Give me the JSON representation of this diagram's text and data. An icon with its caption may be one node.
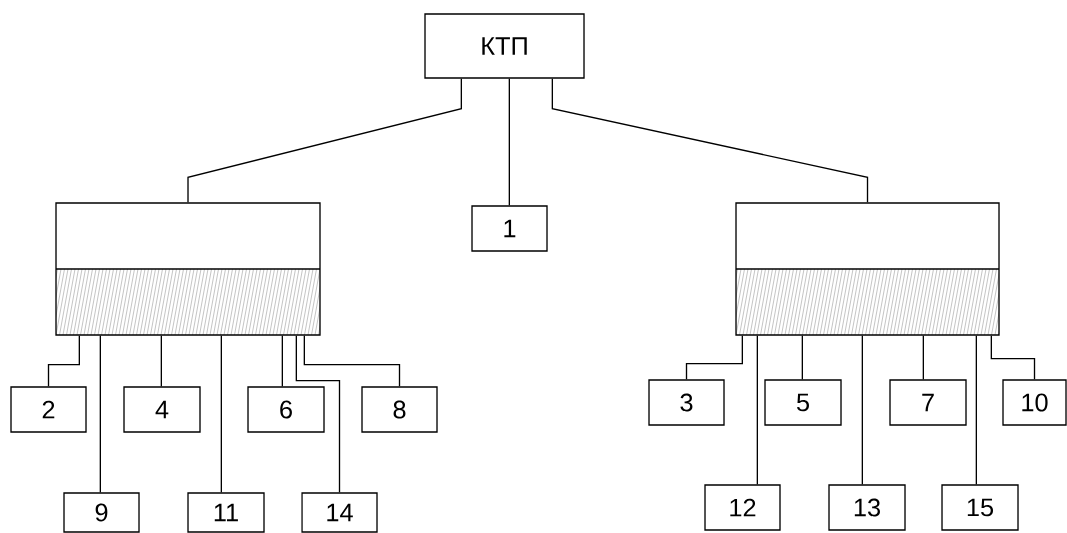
{
  "diagram": {
    "nodes": [
      {
        "text": [
          "КТП"
        ]
      },
      {
        "text": [],
        "shape": "box"
      },
      {
        "text": [
          "1"
        ]
      },
      {
        "text": [],
        "shape": "box"
      },
      {
        "text": [
          "2"
        ]
      },
      {
        "text": [
          "4"
        ]
      },
      {
        "text": [
          "6"
        ]
      },
      {
        "text": [
          "8"
        ]
      },
      {
        "text": [
          "3"
        ]
      },
      {
        "text": [
          "5"
        ]
      },
      {
        "text": [
          "7"
        ]
      },
      {
        "text": [
          "10"
        ]
      },
      {
        "text": [
          "9"
        ]
      },
      {
        "text": [
          "11"
        ]
      },
      {
        "text": [
          "14"
        ]
      },
      {
        "text": [
          "12"
        ]
      },
      {
        "text": [
          "13"
        ]
      },
      {
        "text": [
          "15"
        ]
      }
    ],
    "edges": [
      {
        "from": 0,
        "to": 1,
        "arrow": "none"
      },
      {
        "from": 0,
        "to": 2,
        "arrow": "none"
      },
      {
        "from": 0,
        "to": 3,
        "arrow": "none"
      },
      {
        "from": 1,
        "to": 4,
        "arrow": "none"
      },
      {
        "from": 1,
        "to": 12,
        "arrow": "none"
      },
      {
        "from": 1,
        "to": 5,
        "arrow": "none"
      },
      {
        "from": 1,
        "to": 13,
        "arrow": "none"
      },
      {
        "from": 1,
        "to": 6,
        "arrow": "none"
      },
      {
        "from": 1,
        "to": 14,
        "arrow": "none"
      },
      {
        "from": 1,
        "to": 7,
        "arrow": "none"
      },
      {
        "from": 3,
        "to": 8,
        "arrow": "none"
      },
      {
        "from": 3,
        "to": 15,
        "arrow": "none"
      },
      {
        "from": 3,
        "to": 9,
        "arrow": "none"
      },
      {
        "from": 3,
        "to": 16,
        "arrow": "none"
      },
      {
        "from": 3,
        "to": 10,
        "arrow": "none"
      },
      {
        "from": 3,
        "to": 17,
        "arrow": "none"
      },
      {
        "from": 3,
        "to": 11,
        "arrow": "none"
      }
    ]
  }
}
